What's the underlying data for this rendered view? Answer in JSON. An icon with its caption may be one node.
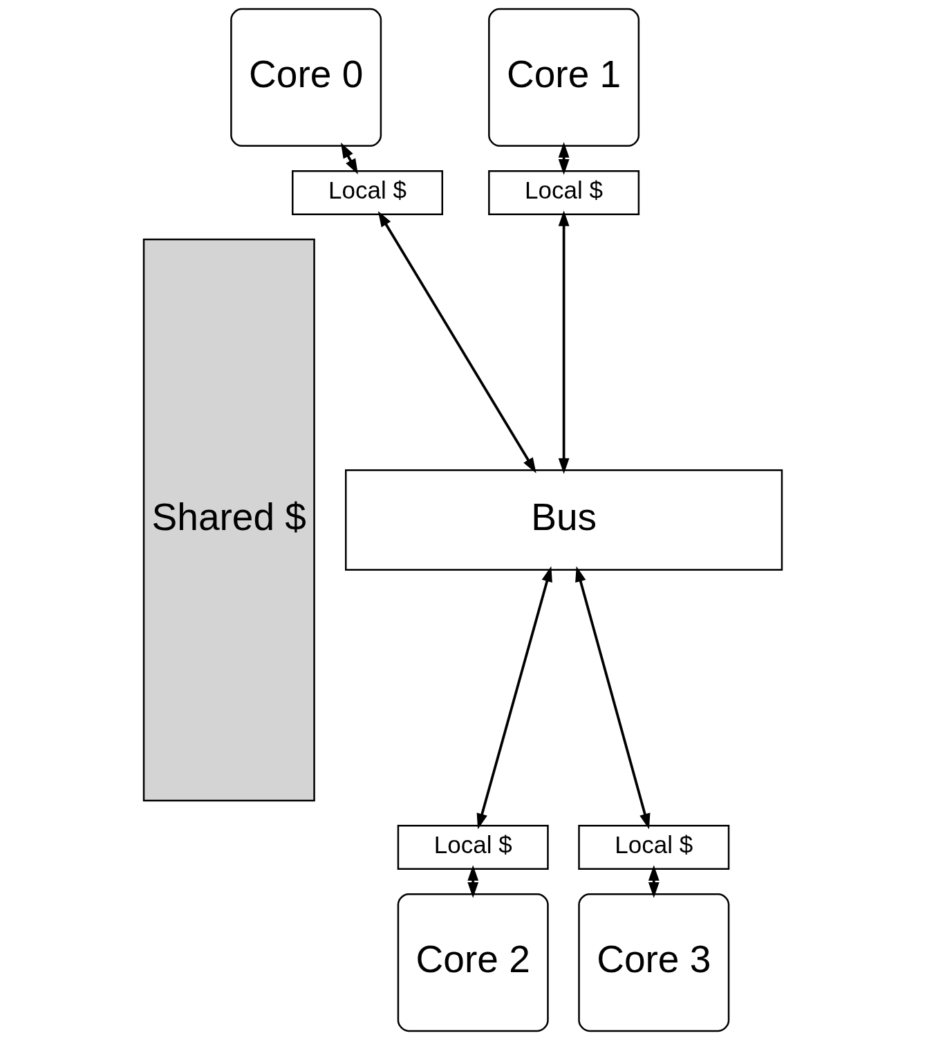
{
  "diagram": {
    "nodes": [
      {
        "text": [
          "Core 0"
        ]
      },
      {
        "text": [
          "Core 1"
        ]
      },
      {
        "text": [
          "Local $"
        ]
      },
      {
        "text": [
          "Local $"
        ]
      },
      {
        "text": [
          "Bus"
        ]
      },
      {
        "text": [
          "Local $"
        ]
      },
      {
        "text": [
          "Local $"
        ]
      },
      {
        "text": [
          "Core 2"
        ]
      },
      {
        "text": [
          "Core 3"
        ]
      },
      {
        "text": [
          "Shared $"
        ]
      }
    ],
    "edges": [
      {
        "from": 0,
        "to": 2,
        "arrow": "both"
      },
      {
        "from": 1,
        "to": 3,
        "arrow": "both"
      },
      {
        "from": 2,
        "to": 4,
        "arrow": "both"
      },
      {
        "from": 3,
        "to": 4,
        "arrow": "both"
      },
      {
        "from": 4,
        "to": 5,
        "arrow": "both"
      },
      {
        "from": 4,
        "to": 6,
        "arrow": "both"
      },
      {
        "from": 5,
        "to": 7,
        "arrow": "both"
      },
      {
        "from": 6,
        "to": 8,
        "arrow": "both"
      }
    ]
  }
}
